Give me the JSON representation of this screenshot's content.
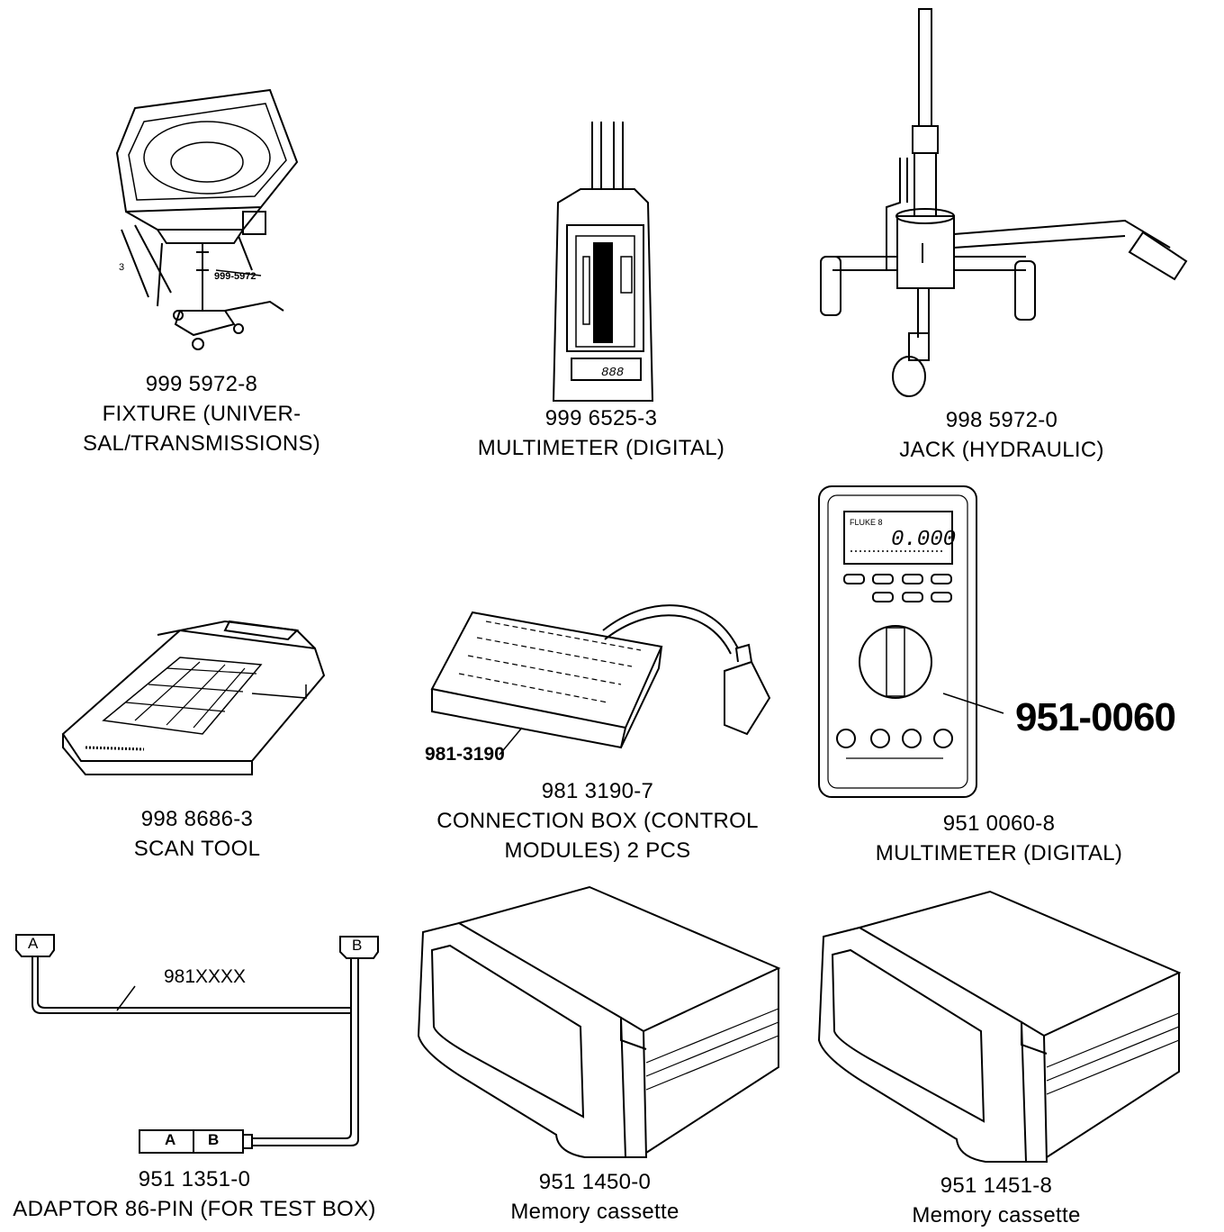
{
  "tools": [
    {
      "part_no": "999 5972-8",
      "desc_lines": [
        "FIXTURE (UNIVER-",
        "SAL/TRANSMISSIONS)"
      ],
      "callout": "999-5972",
      "icon": "fixture-drawing"
    },
    {
      "part_no": "999 6525-3",
      "desc_lines": [
        "MULTIMETER (DIGITAL)"
      ],
      "icon": "multimeter-drawing"
    },
    {
      "part_no": "998 5972-0",
      "desc_lines": [
        "JACK (HYDRAULIC)"
      ],
      "icon": "hydraulic-jack-drawing"
    },
    {
      "part_no": "998 8686-3",
      "desc_lines": [
        "SCAN TOOL"
      ],
      "icon": "scan-tool-drawing"
    },
    {
      "part_no": "981 3190-7",
      "desc_lines": [
        "CONNECTION BOX (CONTROL",
        "MODULES) 2 PCS"
      ],
      "callout": "981-3190",
      "icon": "connection-box-drawing"
    },
    {
      "part_no": "951 0060-8",
      "desc_lines": [
        "MULTIMETER (DIGITAL)"
      ],
      "callout": "951-0060",
      "icon": "fluke-multimeter-drawing"
    },
    {
      "part_no": "951 1351-0",
      "desc_lines": [
        "ADAPTOR 86-PIN (FOR TEST BOX)"
      ],
      "callout": "981XXXX",
      "icon": "adaptor-cable-drawing"
    },
    {
      "part_no": "951 1450-0",
      "desc_lines": [
        "Memory cassette"
      ],
      "icon": "memory-cassette-drawing"
    },
    {
      "part_no": "951 1451-8",
      "desc_lines": [
        "Memory cassette"
      ],
      "icon": "memory-cassette-drawing"
    }
  ],
  "drawing_labels": {
    "connector_a": "A",
    "connector_b": "B",
    "plug_a": "A",
    "plug_b": "B",
    "meter_display": "0.000",
    "meter_brand": "FLUKE 8"
  }
}
